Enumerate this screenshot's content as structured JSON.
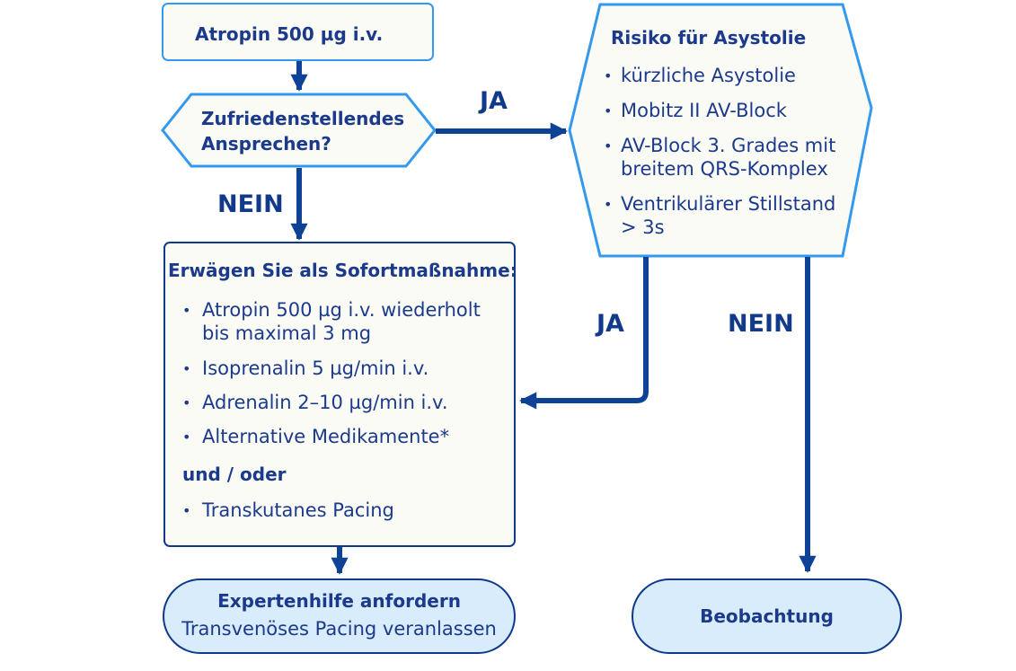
{
  "start": {
    "text": "Atropin 500 µg i.v."
  },
  "decision": {
    "line1": "Zufriedenstellendes",
    "line2": "Ansprechen?"
  },
  "risk": {
    "title": "Risiko für Asystolie",
    "items": [
      {
        "lines": [
          "kürzliche Asystolie"
        ]
      },
      {
        "lines": [
          "Mobitz II AV-Block"
        ]
      },
      {
        "lines": [
          "AV-Block 3. Grades mit",
          "breitem QRS-Komplex"
        ]
      },
      {
        "lines": [
          "Ventrikulärer Stillstand",
          "> 3s"
        ]
      }
    ]
  },
  "action": {
    "title": "Erwägen Sie als Sofortmaßnahme:",
    "items": [
      {
        "lines": [
          "Atropin 500 µg i.v. wiederholt",
          "bis maximal 3 mg"
        ]
      },
      {
        "lines": [
          "Isoprenalin 5 µg/min i.v."
        ]
      },
      {
        "lines": [
          "Adrenalin 2–10 µg/min i.v."
        ]
      },
      {
        "lines": [
          "Alternative Medikamente*"
        ]
      }
    ],
    "connector": "und / oder",
    "extra_item": "Transkutanes Pacing"
  },
  "expert": {
    "title": "Expertenhilfe anfordern",
    "subtitle": "Transvenöses Pacing veranlassen"
  },
  "observe": {
    "text": "Beobachtung"
  },
  "labels": {
    "ja_top": "JA",
    "nein_left": "NEIN",
    "ja_mid": "JA",
    "nein_right": "NEIN"
  },
  "bullet_symbol": "•",
  "colors": {
    "stroke_light": "#3399ee",
    "stroke_dark": "#0f3a8a",
    "fill_box": "#fbfbf5",
    "fill_terminal": "#d8ecfb",
    "arrow": "#0d4294",
    "text": "#1b3a8c"
  }
}
